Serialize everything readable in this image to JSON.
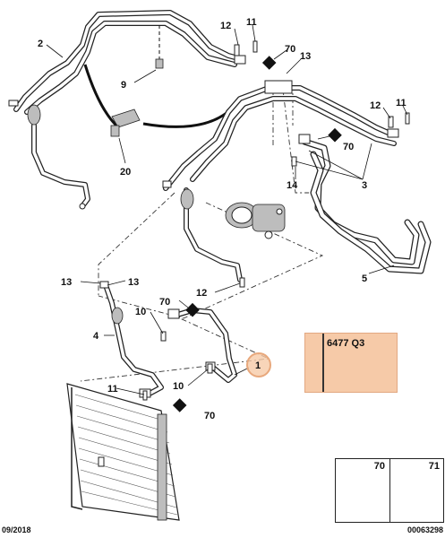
{
  "reference": {
    "code": "6477 Q3"
  },
  "footer": {
    "date": "09/2018",
    "drawing_number": "00063298"
  },
  "callouts": {
    "c1": "1",
    "c2": "2",
    "c3": "3",
    "c4": "4",
    "c5": "5",
    "c9": "9",
    "c20": "20",
    "c14": "14",
    "c10a": "10",
    "c10b": "10",
    "c11a": "11",
    "c11b": "11",
    "c11c": "11",
    "c12a": "12",
    "c12b": "12",
    "c12c": "12",
    "c13a": "13",
    "c13b": "13",
    "c13c": "13",
    "c70a": "70",
    "c70b": "70",
    "c70c": "70",
    "c70d": "70"
  },
  "nut_legend": [
    {
      "number": "70"
    },
    {
      "number": "71"
    }
  ],
  "highlight": {
    "color": "#f6caa8",
    "accent": "#e8a87c"
  }
}
